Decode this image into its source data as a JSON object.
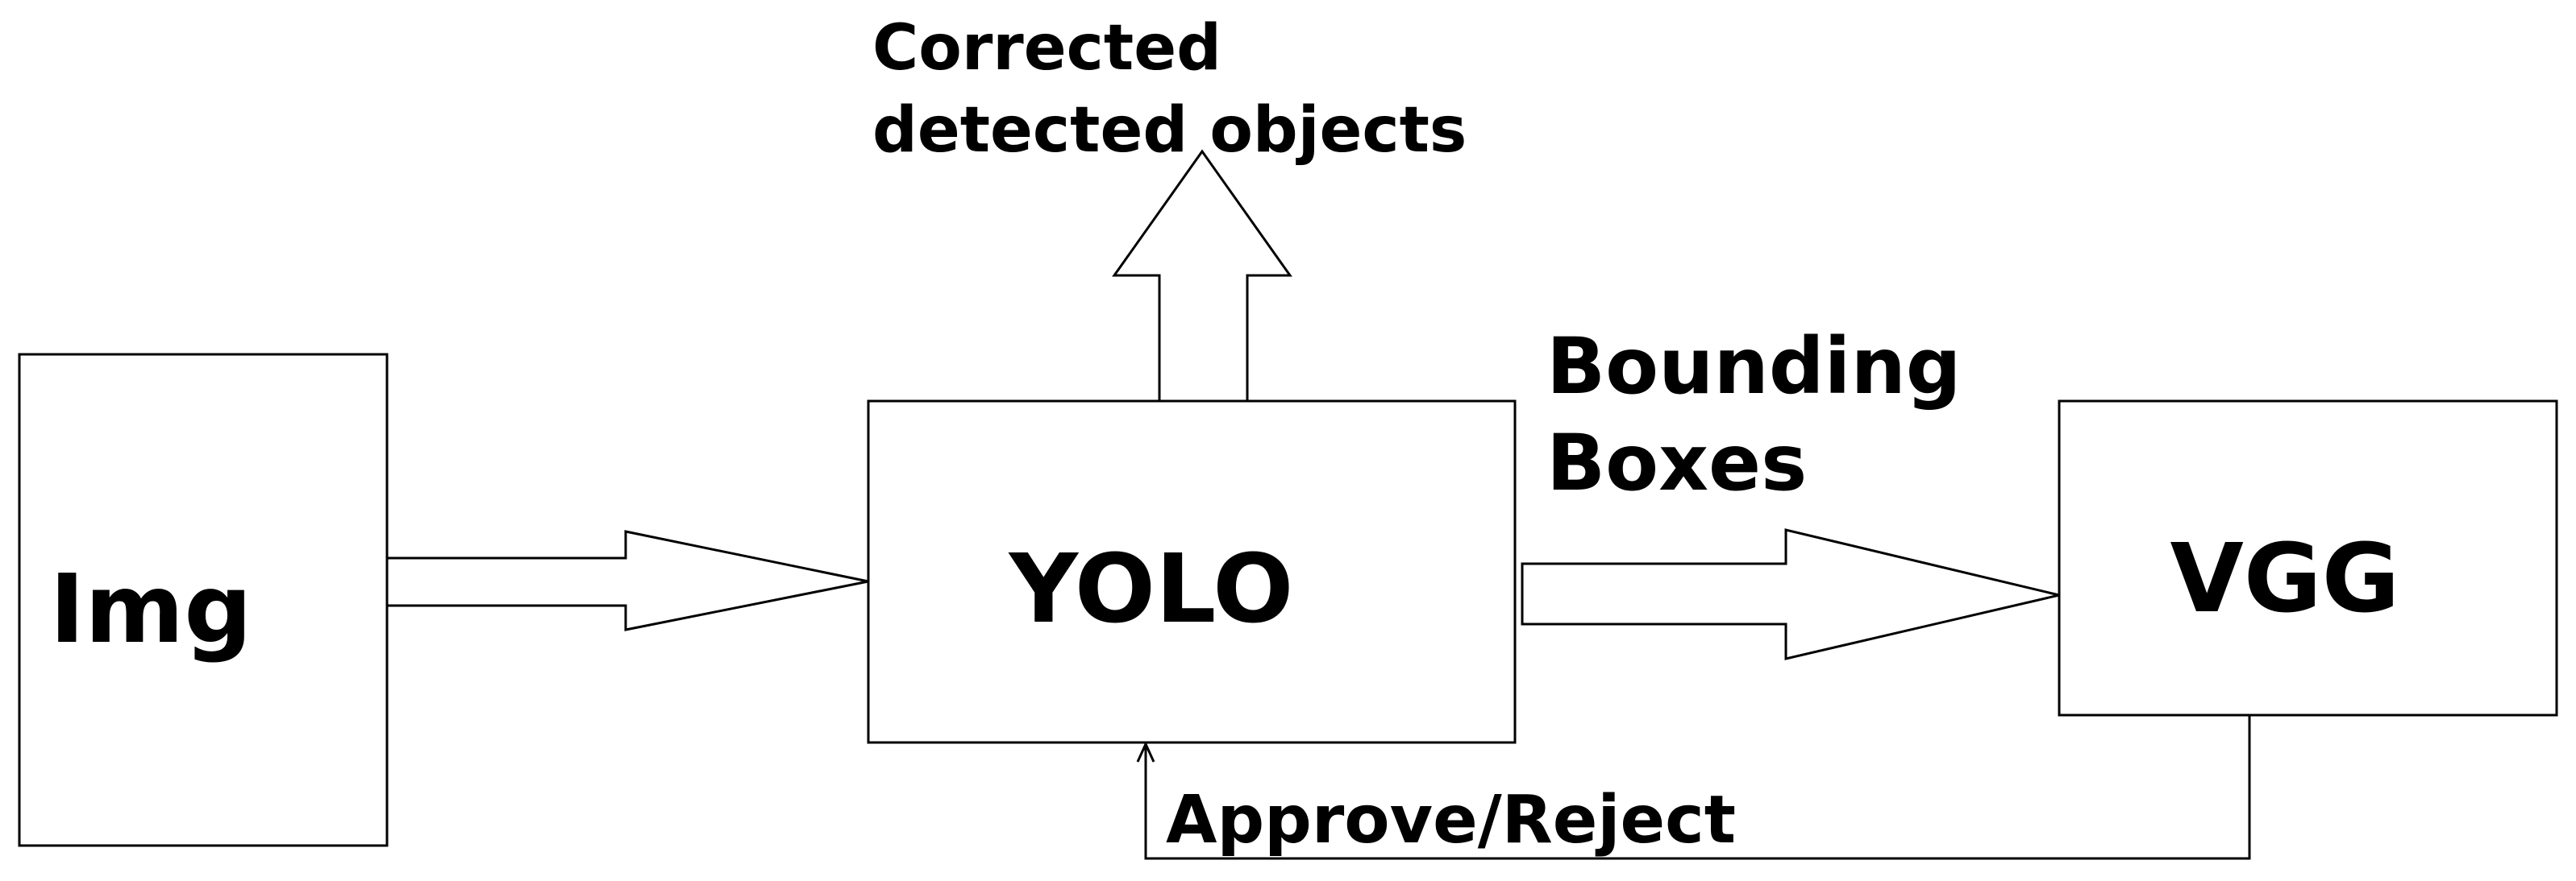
{
  "nodes": {
    "img": {
      "label": "Img"
    },
    "yolo": {
      "label": "YOLO"
    },
    "vgg": {
      "label": "VGG"
    }
  },
  "edges": {
    "img_to_yolo": {
      "label": ""
    },
    "yolo_to_vgg": {
      "label_line1": "Bounding",
      "label_line2": "Boxes"
    },
    "vgg_to_yolo": {
      "label": "Approve/Reject"
    },
    "yolo_output": {
      "label_line1": "Corrected",
      "label_line2": "detected objects"
    }
  },
  "colors": {
    "background": "#ffffff",
    "stroke": "#000000",
    "text": "#000000"
  }
}
